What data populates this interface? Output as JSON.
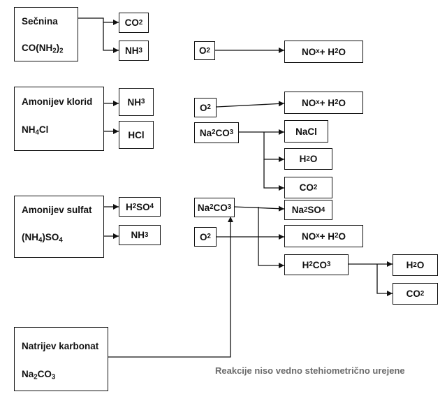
{
  "sources": {
    "urea": {
      "name": "Sečnina",
      "formula": "CO(NH<sub>2</sub>)<sub>2</sub>"
    },
    "ammonium_chloride": {
      "name": "Amonijev klorid",
      "formula": "NH<sub>4</sub>Cl"
    },
    "ammonium_sulfate": {
      "name": "Amonijev sulfat",
      "formula": "(NH<sub>4</sub>)SO<sub>4</sub>"
    },
    "sodium_carbonate": {
      "name": "Natrijev karbonat",
      "formula": "Na<sub>2</sub>CO<sub>3</sub>"
    }
  },
  "products": {
    "co2_1": "CO<sub>2</sub>",
    "nh3_1": "NH<sub>3</sub>",
    "o2_1": "O<sub>2</sub>",
    "nox_1": "NO<sub>x</sub> + H<sub>2</sub>O",
    "nh3_2": "NH<sub>3</sub>",
    "hcl": "HCl",
    "o2_2": "O<sub>2</sub>",
    "nox_2": "NO<sub>x</sub> + H<sub>2</sub>O",
    "na2co3_1": "Na<sub>2</sub>CO<sub>3</sub>",
    "nacl": "NaCl",
    "h2o_1": "H<sub>2</sub>O",
    "co2_2": "CO<sub>2</sub>",
    "h2so4": "H<sub>2</sub>SO<sub>4</sub>",
    "nh3_3": "NH<sub>3</sub>",
    "na2co3_2": "Na<sub>2</sub>CO<sub>3</sub>",
    "na2so4": "Na<sub>2</sub>SO<sub>4</sub>",
    "o2_3": "O<sub>2</sub>",
    "nox_3": "NO<sub>x</sub> + H<sub>2</sub>O",
    "h2co3": "H<sub>2</sub>CO<sub>3</sub>",
    "h2o_2": "H<sub>2</sub>O",
    "co2_3": "CO<sub>2</sub>"
  },
  "note": "Reakcije niso vedno stehiometrično urejene"
}
